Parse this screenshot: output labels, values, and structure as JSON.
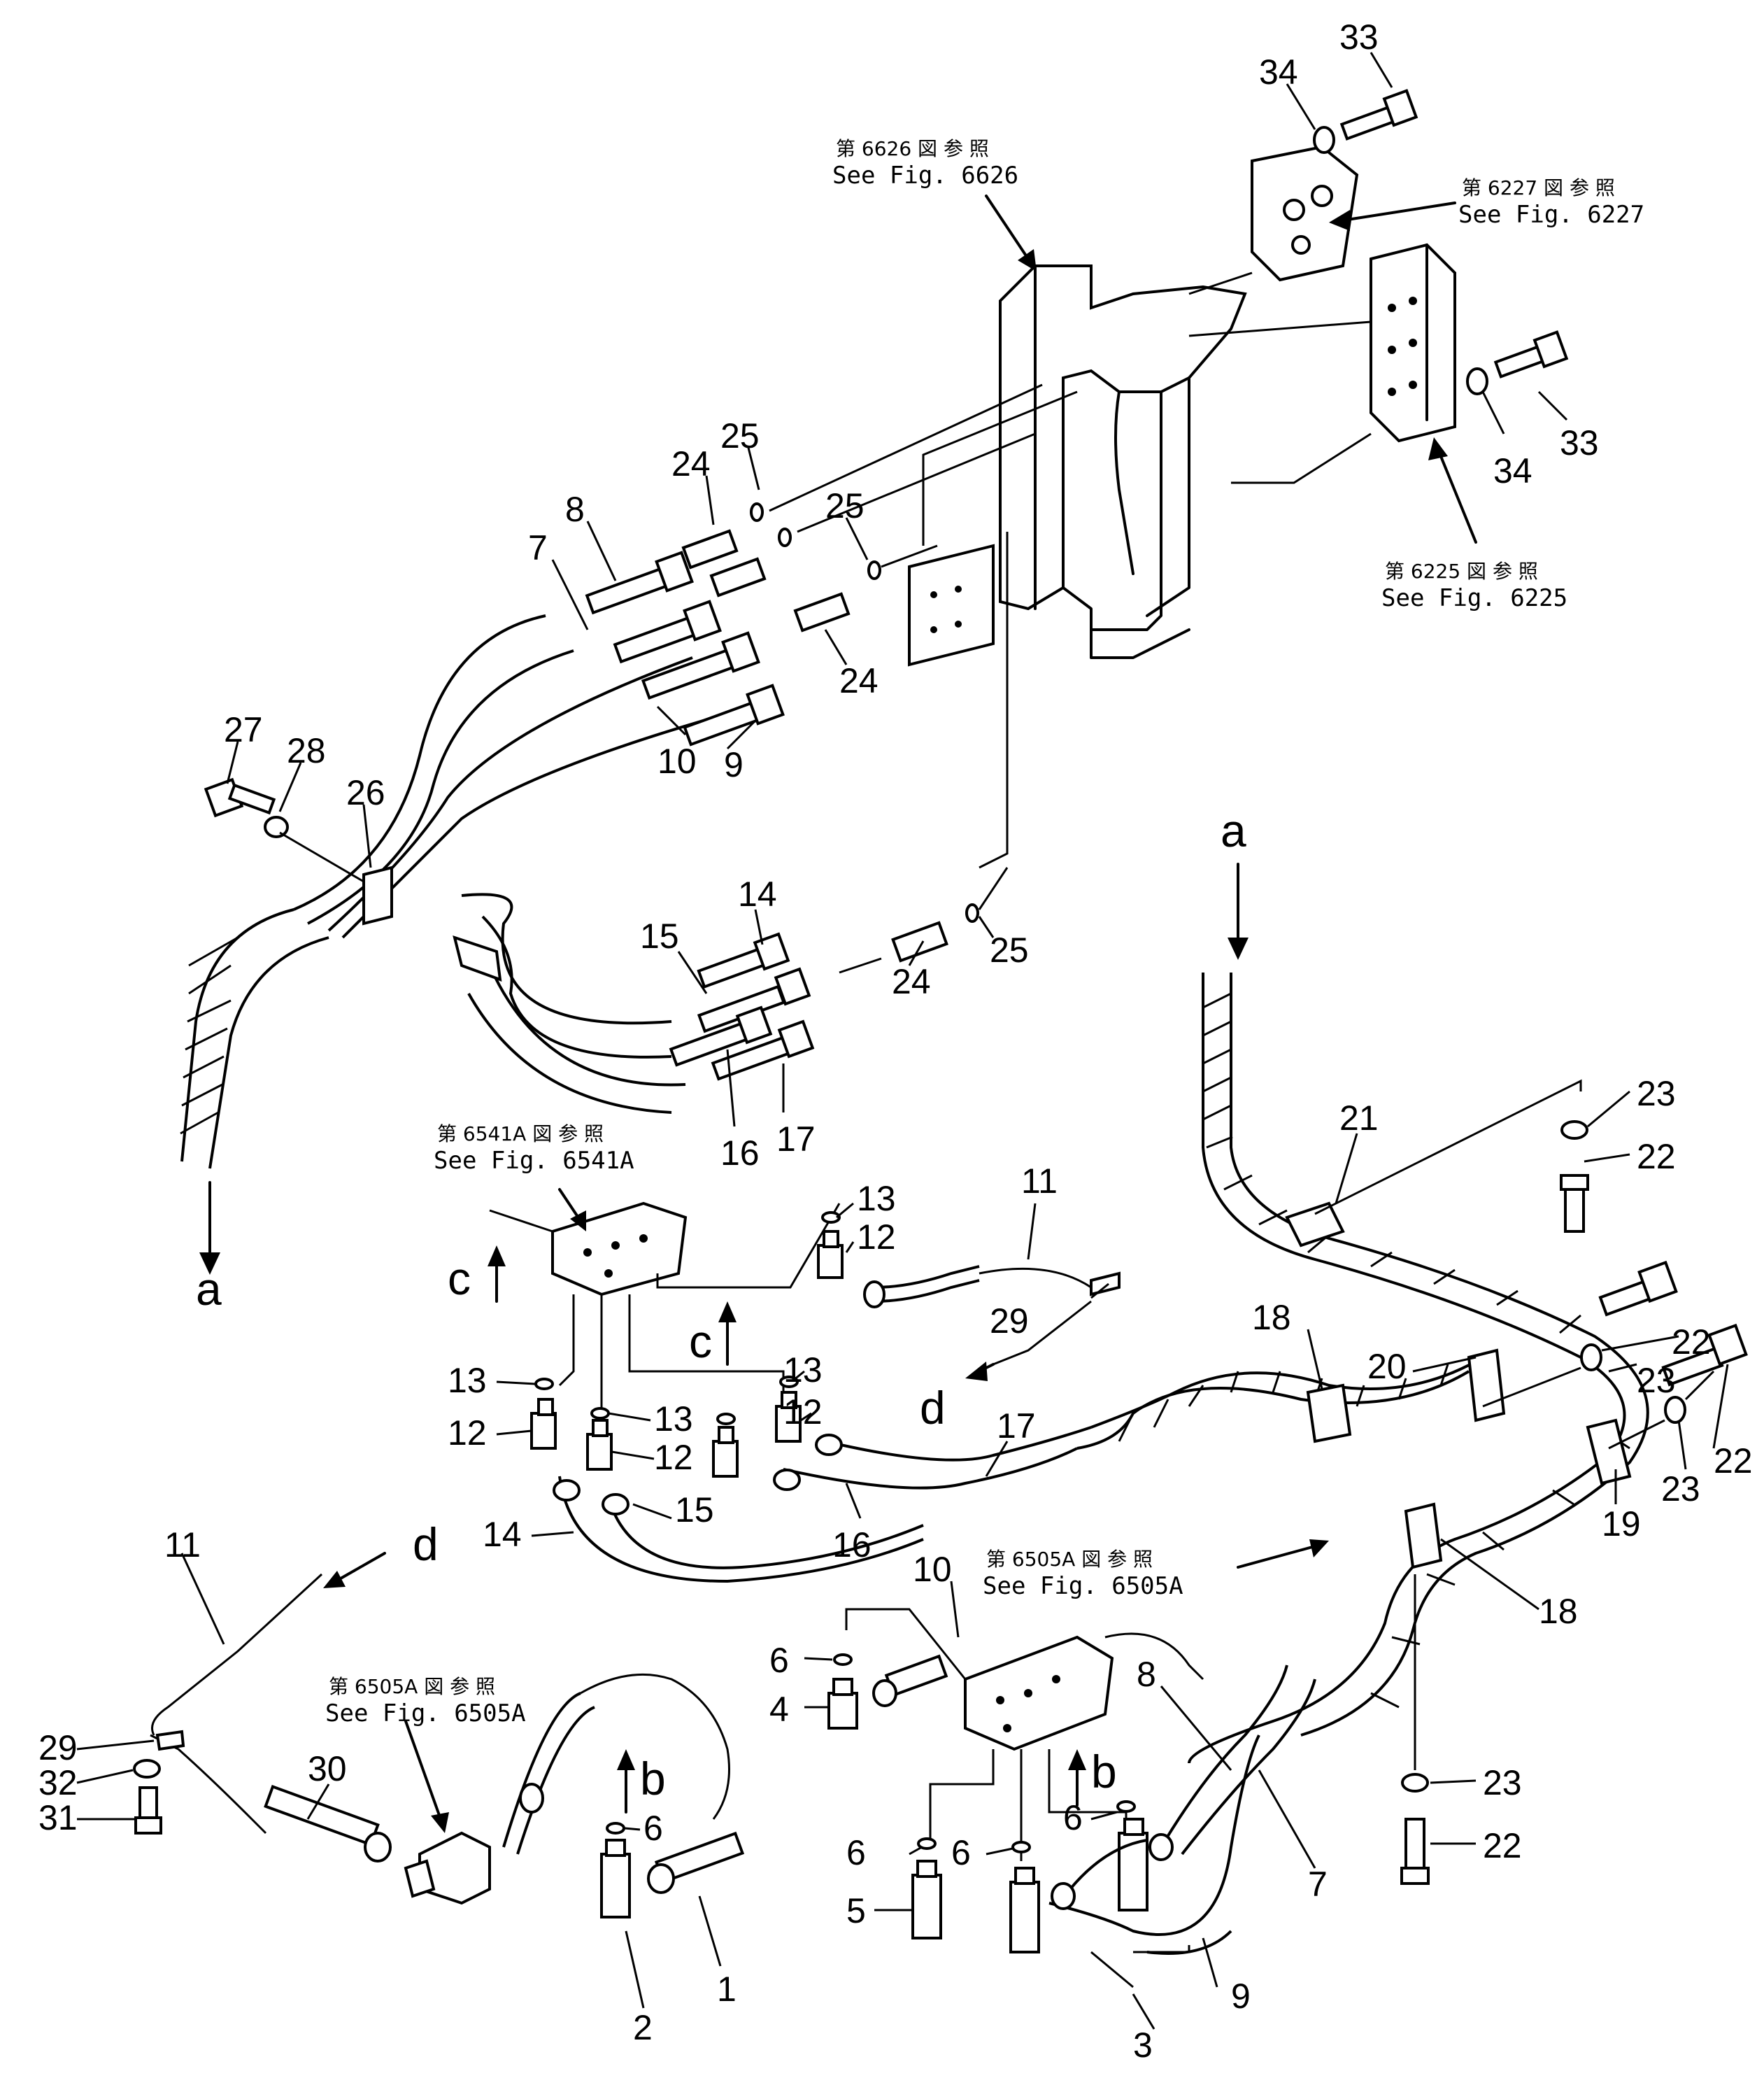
{
  "figure_refs": {
    "r6626": {
      "jp": "第 6626 図 参 照",
      "en": "See Fig. 6626"
    },
    "r6227": {
      "jp": "第 6227 図 参 照",
      "en": "See Fig. 6227"
    },
    "r6225": {
      "jp": "第 6225 図 参 照",
      "en": "See Fig. 6225"
    },
    "r6541A": {
      "jp": "第 6541A 図 参 照",
      "en": "See Fig. 6541A"
    },
    "r6505A_mid": {
      "jp": "第 6505A 図 参 照",
      "en": "See Fig. 6505A"
    },
    "r6505A_left": {
      "jp": "第 6505A 図 参 照",
      "en": "See Fig. 6505A"
    }
  },
  "connection_letters": {
    "a_bottom": "a",
    "a_top": "a",
    "b_left": "b",
    "b_right": "b",
    "c_left": "c",
    "c_mid": "c",
    "d_mid": "d",
    "d_left": "d"
  },
  "part_numbers": {
    "p33a": "33",
    "p34a": "34",
    "p33b": "33",
    "p34b": "34",
    "p25a": "25",
    "p24a": "24",
    "p25b": "25",
    "p24b": "24",
    "p8a": "8",
    "p7a": "7",
    "p10a": "10",
    "p9a": "9",
    "p27": "27",
    "p28": "28",
    "p26": "26",
    "p14a": "14",
    "p15a": "15",
    "p16a": "16",
    "p17a": "17",
    "p24c": "24",
    "p25c": "25",
    "p13a": "13",
    "p12a": "12",
    "p11a": "11",
    "p29a": "29",
    "p13b": "13",
    "p12b": "12",
    "p13c": "13",
    "p13d": "13",
    "p12c": "12",
    "p12d": "12",
    "p17b": "17",
    "p16b": "16",
    "p14b": "14",
    "p15b": "15",
    "p21": "21",
    "p23a": "23",
    "p22a": "22",
    "p22b": "22",
    "p23b": "23",
    "p22c": "22",
    "p23c": "23",
    "p20": "20",
    "p18a": "18",
    "p19": "19",
    "p18b": "18",
    "p23d": "23",
    "p22d": "22",
    "p10b": "10",
    "p6a": "6",
    "p4": "4",
    "p8b": "8",
    "p7b": "7",
    "p6b": "6",
    "p6c": "6",
    "p6d": "6",
    "p5": "5",
    "p9b": "9",
    "p3": "3",
    "p11b": "11",
    "p29b": "29",
    "p32": "32",
    "p31": "31",
    "p30": "30",
    "p6e": "6",
    "p2": "2",
    "p1": "1"
  }
}
